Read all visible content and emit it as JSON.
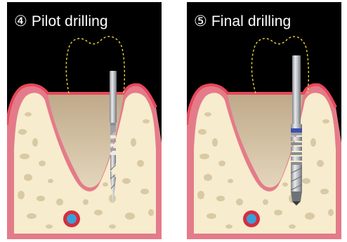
{
  "panels": [
    {
      "step": "④",
      "title": "Pilot drilling",
      "drill": "pilot-drill"
    },
    {
      "step": "⑤",
      "title": "Final drilling",
      "drill": "final-drill"
    }
  ],
  "colors": {
    "background": "#000000",
    "gum": "#e47b8a",
    "gum_edge": "#e8485a",
    "bone": "#f7eccd",
    "bone_pores": "#d9c9a4",
    "socket": "#cdb89a",
    "crown_outline": "#f5d63a",
    "drill_steel": "#b9bcc2",
    "nerve_ring": "#d42e3e",
    "nerve_core": "#3a9fd8",
    "final_drill_band": "#3d4fb0"
  }
}
